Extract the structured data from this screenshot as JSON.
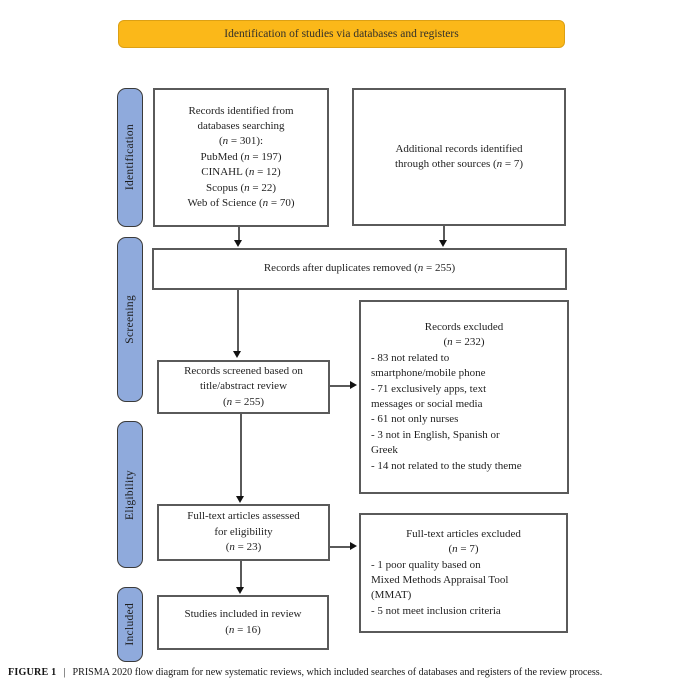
{
  "banner": {
    "label": "Identification of studies via databases and registers"
  },
  "stages": [
    {
      "label": "Identification"
    },
    {
      "label": "Screening"
    },
    {
      "label": "Eligibility"
    },
    {
      "label": "Included"
    }
  ],
  "boxes": {
    "records_identified": {
      "lines": [
        "Records identified from",
        "databases searching",
        "(n = 301):",
        "PubMed (n = 197)",
        "CINAHL (n = 12)",
        "Scopus (n = 22)",
        "Web of Science (n = 70)"
      ]
    },
    "additional_records": {
      "lines": [
        "Additional records identified",
        "through other sources (n = 7)"
      ]
    },
    "duplicates_removed": {
      "lines": [
        "Records after duplicates removed (n = 255)"
      ]
    },
    "records_screened": {
      "lines": [
        "Records screened based on",
        "title/abstract review",
        "(n = 255)"
      ]
    },
    "records_excluded": {
      "title_lines": [
        "Records excluded",
        "(n = 232)"
      ],
      "items": [
        "- 83 not related to",
        "smartphone/mobile phone",
        "- 71 exclusively apps, text",
        "messages or social media",
        "- 61 not only nurses",
        "- 3 not in English, Spanish or",
        "Greek",
        "- 14 not related to the study theme"
      ]
    },
    "fulltext_assessed": {
      "lines": [
        "Full-text articles assessed",
        "for eligibility",
        "(n = 23)"
      ]
    },
    "fulltext_excluded": {
      "title_lines": [
        "Full-text articles excluded",
        "(n = 7)"
      ],
      "items": [
        "- 1 poor quality based on",
        "Mixed Methods Appraisal Tool",
        "(MMAT)",
        "- 5 not meet inclusion criteria"
      ]
    },
    "studies_included": {
      "lines": [
        "Studies included in review",
        "(n = 16)"
      ]
    }
  },
  "caption": {
    "figure_label": "FIGURE 1",
    "separator": "|",
    "text": "PRISMA 2020 flow diagram for new systematic reviews, which included searches of databases and registers of the review process."
  },
  "colors": {
    "banner_fill": "#FBB819",
    "banner_border": "#DCA014",
    "banner_text": "#33302A",
    "stage_fill": "#8FAADC",
    "stage_border": "#3A3A3A",
    "box_border": "#5A5A5A",
    "arrow": "#5A5A5A",
    "arrowhead": "#111111",
    "text": "#1F1F1F"
  }
}
